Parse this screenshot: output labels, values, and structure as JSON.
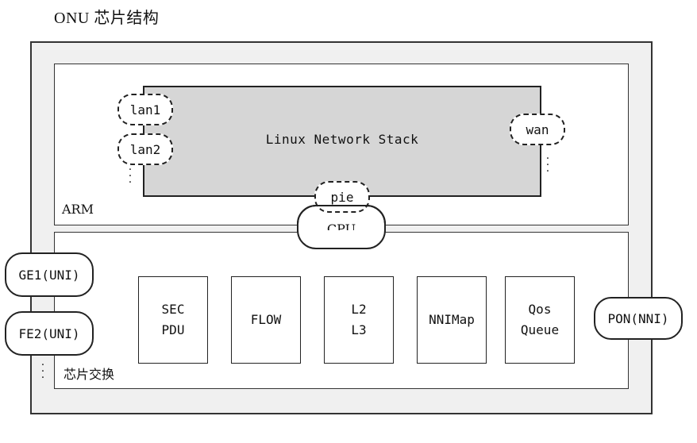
{
  "title": "ONU 芯片结构",
  "arm_label": "ARM",
  "stack_label": "Linux Network Stack",
  "lan_ports": [
    "lan1",
    "lan2"
  ],
  "wan_port": "wan",
  "pie_port": "pie",
  "cpu_label": "CPU",
  "switch_label": "芯片交换",
  "modules": [
    {
      "line1": "SEC",
      "line2": "PDU"
    },
    {
      "line1": "FLOW",
      "line2": ""
    },
    {
      "line1": "L2",
      "line2": "L3"
    },
    {
      "line1": "NNIMap",
      "line2": ""
    },
    {
      "line1": "Qos",
      "line2": "Queue"
    }
  ],
  "uni_ports": [
    "GE1(UNI)",
    "FE2(UNI)"
  ],
  "nni_port": "PON(NNI)",
  "colors": {
    "stack_fill": "#d6d6d6",
    "chip_fill": "#f0f0f0",
    "line": "#222222"
  }
}
